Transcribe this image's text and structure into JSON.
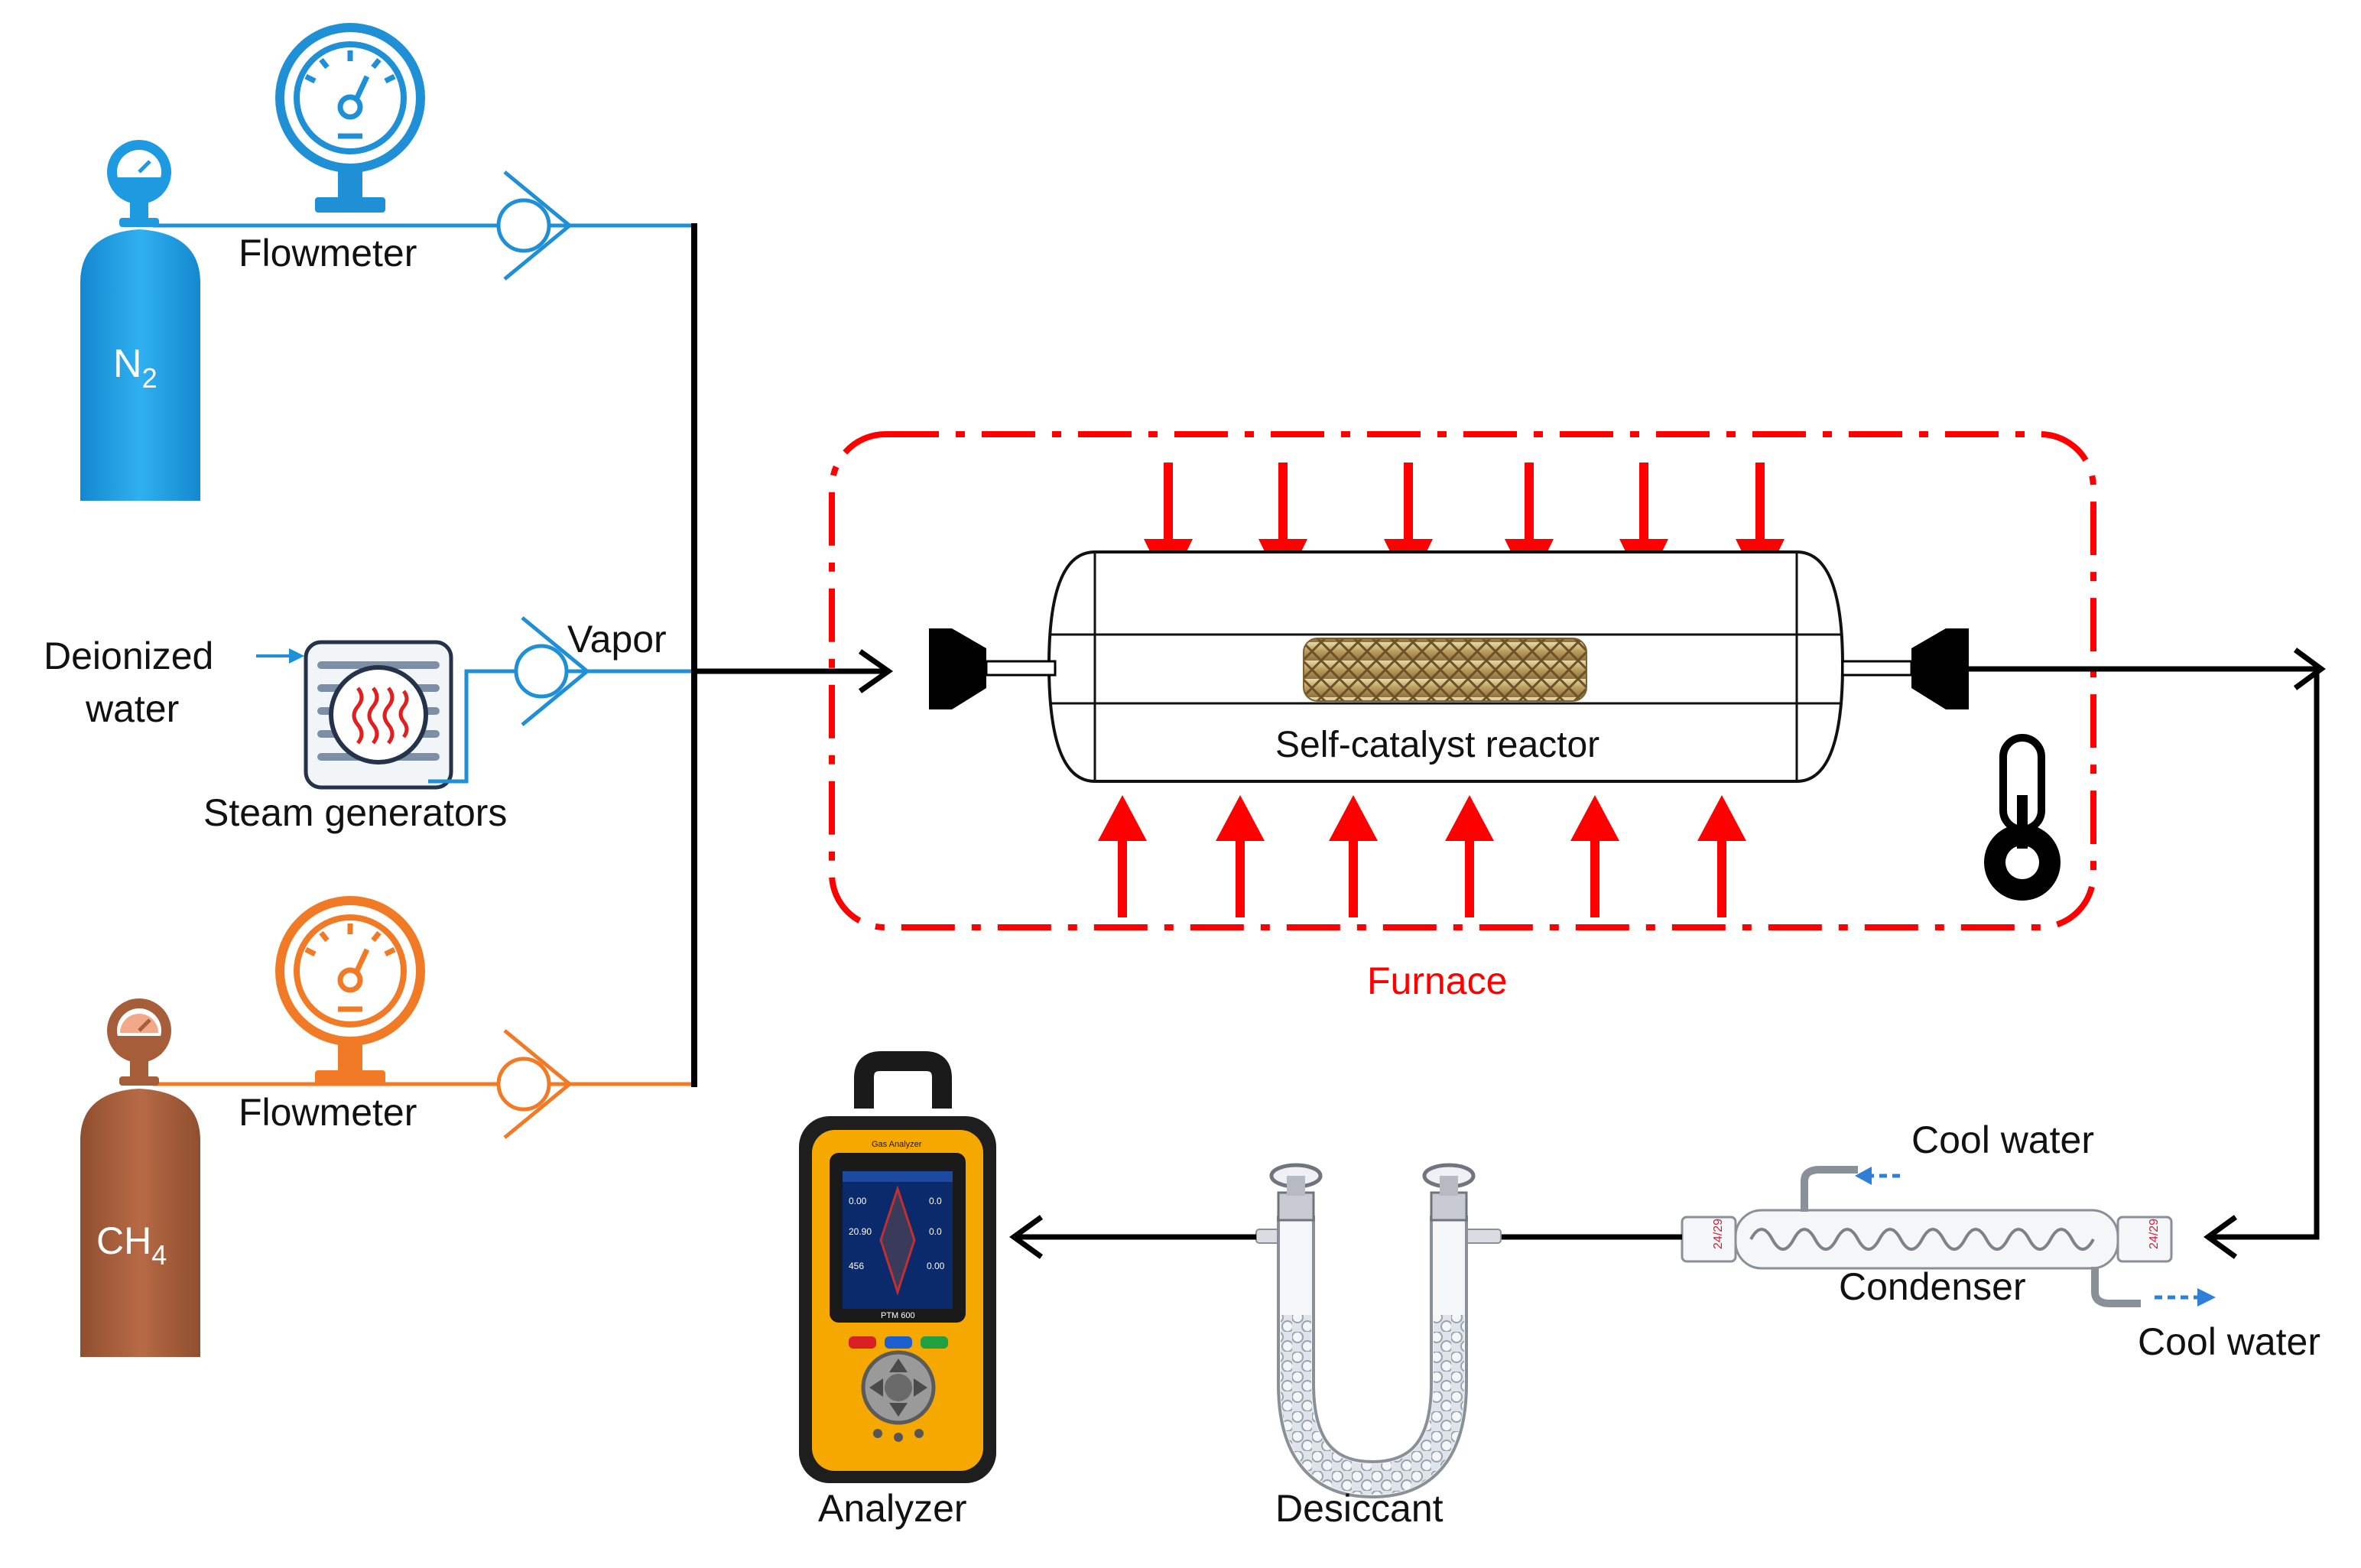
{
  "labels": {
    "flowmeter_top": "Flowmeter",
    "flowmeter_bottom": "Flowmeter",
    "n2_main": "N",
    "n2_sub": "2",
    "ch4_main": "CH",
    "ch4_sub": "4",
    "deionized_line1": "Deionized",
    "deionized_line2": "water",
    "steam_generators": "Steam generators",
    "vapor": "Vapor",
    "reactor": "Self-catalyst reactor",
    "furnace": "Furnace",
    "cool_water_in": "Cool water",
    "cool_water_out": "Cool water",
    "condenser": "Condenser",
    "desiccant": "Desiccant",
    "analyzer": "Analyzer",
    "analyzer_brand": "Gas Analyzer",
    "analyzer_model": "PTM 600",
    "condenser_joint_left": "24/29",
    "condenser_joint_right": "24/29",
    "screen_values_left": [
      "0.00",
      "20.90",
      "456"
    ],
    "screen_values_right": [
      "0.0",
      "0.0",
      "0.00"
    ]
  },
  "colors": {
    "n2_line": "#1f8fd6",
    "n2_cylinder": "#1e9be0",
    "ch4_line": "#f07a26",
    "ch4_cylinder": "#a65e3a",
    "main_line": "#000000",
    "furnace": "#ff0000",
    "cool_water_arrow": "#2f7fd8",
    "analyzer_body": "#f5a800"
  },
  "icons": {
    "gas_cylinder": "gas-cylinder-icon",
    "flowmeter": "pressure-gauge-icon",
    "check_valve": "check-valve-icon",
    "steam_generator": "steam-generator-icon",
    "thermometer": "thermometer-icon",
    "heat_arrow": "heat-arrow-icon",
    "condenser": "condenser-icon",
    "desiccant_tube": "u-tube-icon",
    "analyzer": "gas-analyzer-icon"
  }
}
